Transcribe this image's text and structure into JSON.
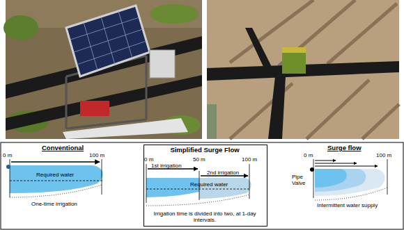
{
  "diagram": {
    "nodes": [
      {
        "text": [
          "Simplified Surge Flow",
          "0 m",
          "50 m",
          "100 m",
          "1st irrigation",
          "2nd irrigation",
          "Required water",
          "Irrigation time is divided into two, at 1-day intervals."
        ]
      }
    ],
    "labels": [
      "Conventional",
      "0 m",
      "100 m",
      "Required water",
      "One-time irrigation",
      "Surge flow",
      "0 m",
      "100 m",
      "Pipe Valve",
      "Intermittent water supply"
    ]
  }
}
